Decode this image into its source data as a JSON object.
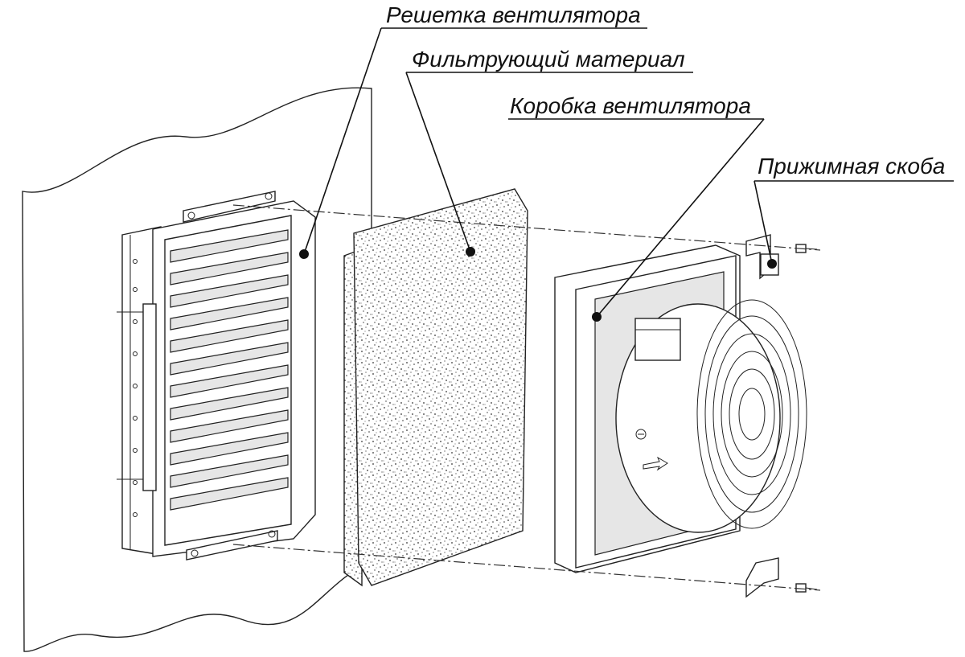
{
  "labels": {
    "grille": "Решетка вентилятора",
    "filter": "Фильтрующий материал",
    "fan_box": "Коробка вентилятора",
    "clamp": "Прижимная скоба"
  }
}
